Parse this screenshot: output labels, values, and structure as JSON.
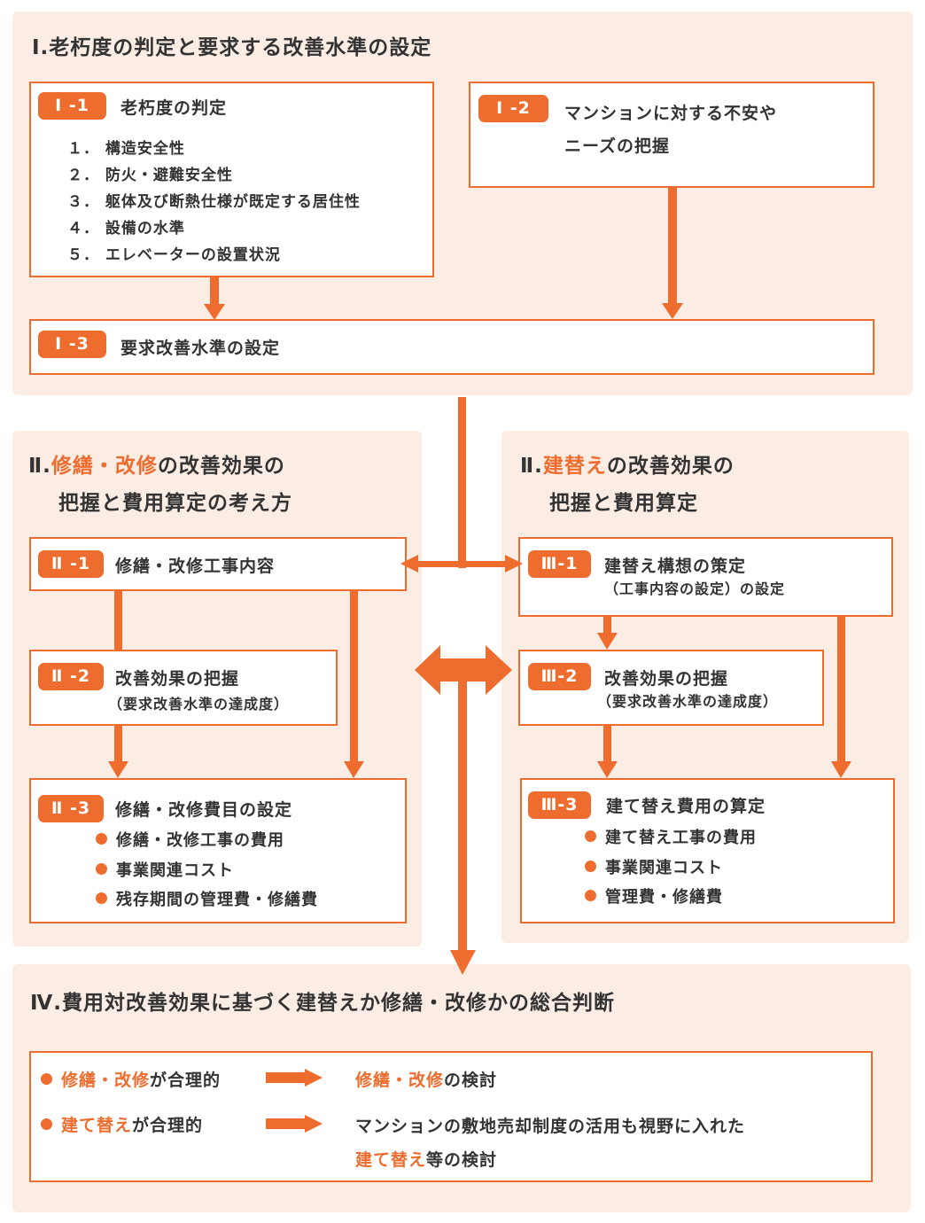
{
  "colors": {
    "accent": "#ee6c2d",
    "panel_bg": "#fcede4",
    "text": "#333333"
  },
  "section1": {
    "title": "Ⅰ.老朽度の判定と要求する改善水準の設定",
    "box1": {
      "tag": "Ⅰ -1",
      "title": "老朽度の判定",
      "items": [
        "１． 構造安全性",
        "２． 防火・避難安全性",
        "３． 躯体及び断熱仕様が既定する居住性",
        "４． 設備の水準",
        "５． エレベーターの設置状況"
      ]
    },
    "box2": {
      "tag": "Ⅰ -2",
      "line1": "マンションに対する不安や",
      "line2": "ニーズの把握"
    },
    "box3": {
      "tag": "Ⅰ -3",
      "title": "要求改善水準の設定"
    }
  },
  "section2": {
    "title_prefix": "Ⅱ.",
    "title_hl": "修繕・改修",
    "title_suffix": "の改善効果の",
    "title_line2": "把握と費用算定の考え方",
    "box1": {
      "tag": "Ⅱ -1",
      "title": "修繕・改修工事内容"
    },
    "box2": {
      "tag": "Ⅱ -2",
      "title": "改善効果の把握",
      "sub": "（要求改善水準の達成度）"
    },
    "box3": {
      "tag": "Ⅱ -3",
      "title": "修繕・改修費目の設定",
      "items": [
        "修繕・改修工事の費用",
        "事業関連コスト",
        "残存期間の管理費・修繕費"
      ]
    }
  },
  "section3": {
    "title_prefix": "Ⅱ.",
    "title_hl": "建替え",
    "title_suffix": "の改善効果の",
    "title_line2": "把握と費用算定",
    "box1": {
      "tag": "Ⅲ-1",
      "title": "建替え構想の策定",
      "sub": "（工事内容の設定）の設定"
    },
    "box2": {
      "tag": "Ⅲ-2",
      "title": "改善効果の把握",
      "sub": "（要求改善水準の達成度）"
    },
    "box3": {
      "tag": "Ⅲ-3",
      "title": "建て替え費用の算定",
      "items": [
        "建て替え工事の費用",
        "事業関連コスト",
        "管理費・修繕費"
      ]
    }
  },
  "section4": {
    "title": "Ⅳ.費用対改善効果に基づく建替えか修繕・改修かの総合判断",
    "row1": {
      "hl": "修繕・改修",
      "suffix": "が合理的",
      "result_hl": "修繕・改修",
      "result_suffix": "の検討"
    },
    "row2": {
      "hl": "建て替え",
      "suffix": "が合理的",
      "result_line1": "マンションの敷地売却制度の活用も視野に入れた",
      "result_hl": "建て替え",
      "result_suffix": "等の検討"
    }
  }
}
